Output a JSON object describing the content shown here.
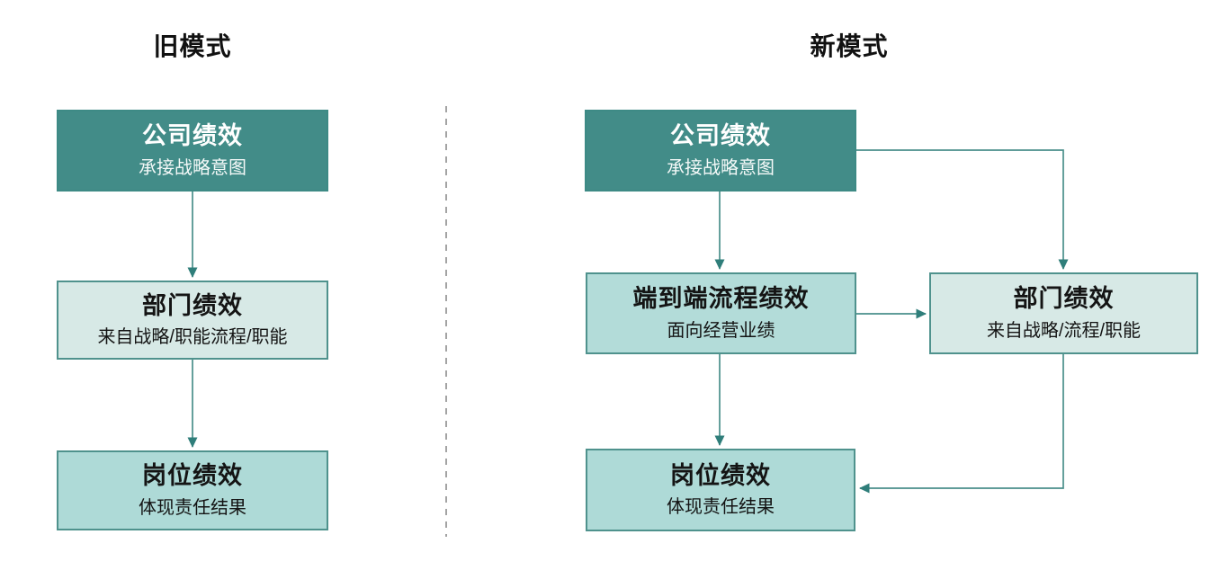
{
  "diagram": {
    "old_model": {
      "title": "旧模式",
      "boxes": [
        {
          "label": "公司绩效",
          "subtitle": "承接战略意图"
        },
        {
          "label": "部门绩效",
          "subtitle": "来自战略/职能流程/职能"
        },
        {
          "label": "岗位绩效",
          "subtitle": "体现责任结果"
        }
      ]
    },
    "new_model": {
      "title": "新模式",
      "boxes": [
        {
          "label": "公司绩效",
          "subtitle": "承接战略意图"
        },
        {
          "label": "端到端流程绩效",
          "subtitle": "面向经营业绩"
        },
        {
          "label": "部门绩效",
          "subtitle": "来自战略/流程/职能"
        },
        {
          "label": "岗位绩效",
          "subtitle": "体现责任结果"
        }
      ]
    },
    "colors": {
      "box_dark_fill": "#428c88",
      "box_pale_fill": "#d7e9e6",
      "box_medium_fill": "#aedad7",
      "box_medium2_fill": "#b3dcd9",
      "box_border": "#4f928d",
      "arrow_line": "#4a8f8b",
      "arrow_head": "#2f7e7a",
      "divider": "#a3a3a3",
      "title_text": "#111111"
    }
  }
}
